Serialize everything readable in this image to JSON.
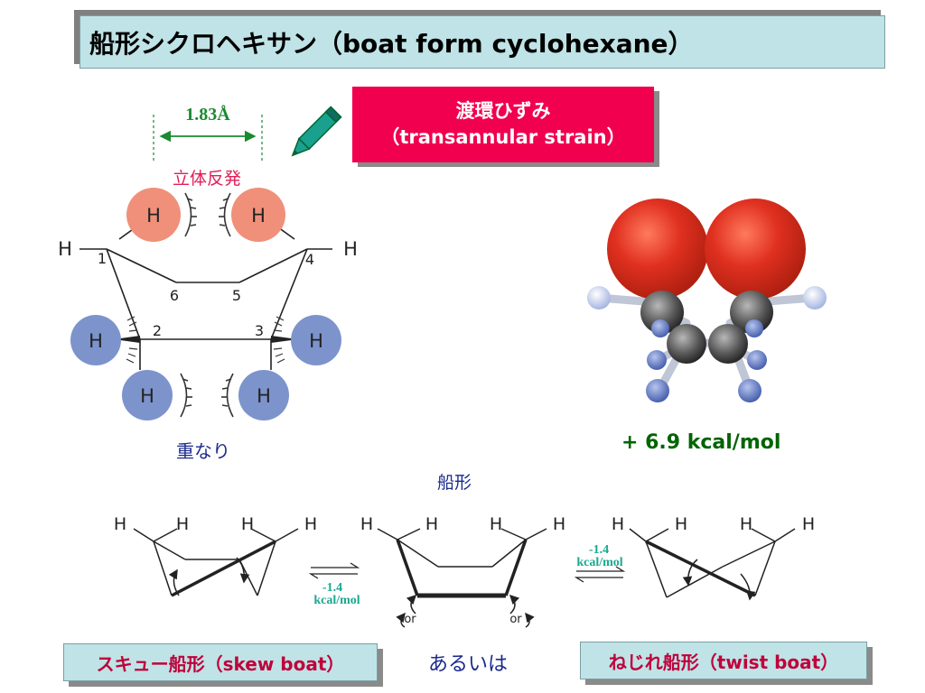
{
  "title": "船形シクロヘキサン（boat form cyclohexane）",
  "strain": {
    "line1": "渡環ひずみ",
    "line2": "（transannular strain）"
  },
  "distance_label": "1.83Å",
  "steric_label": "立体反発",
  "eclipsed_label": "重なり",
  "energy_label": "+ 6.9 kcal/mol",
  "boat_label": "船形",
  "or_label": "or",
  "alt_label": "あるいは",
  "skew_label": "スキュー船形（skew boat）",
  "twist_label": "ねじれ船形（twist boat）",
  "equilibrium_value": "-1.4",
  "equilibrium_unit": "kcal/mol",
  "atoms": {
    "H": "H",
    "n1": "1",
    "n2": "2",
    "n3": "3",
    "n4": "4",
    "n5": "5",
    "n6": "6"
  },
  "colors": {
    "title_bg": "#bfe3e6",
    "strain_bg": "#f0004e",
    "salmon_h": "#f0907a",
    "blue_h": "#7d93cc",
    "oxygen_red": "#e03020",
    "energy_green": "#006400",
    "teal": "#1aa890"
  }
}
